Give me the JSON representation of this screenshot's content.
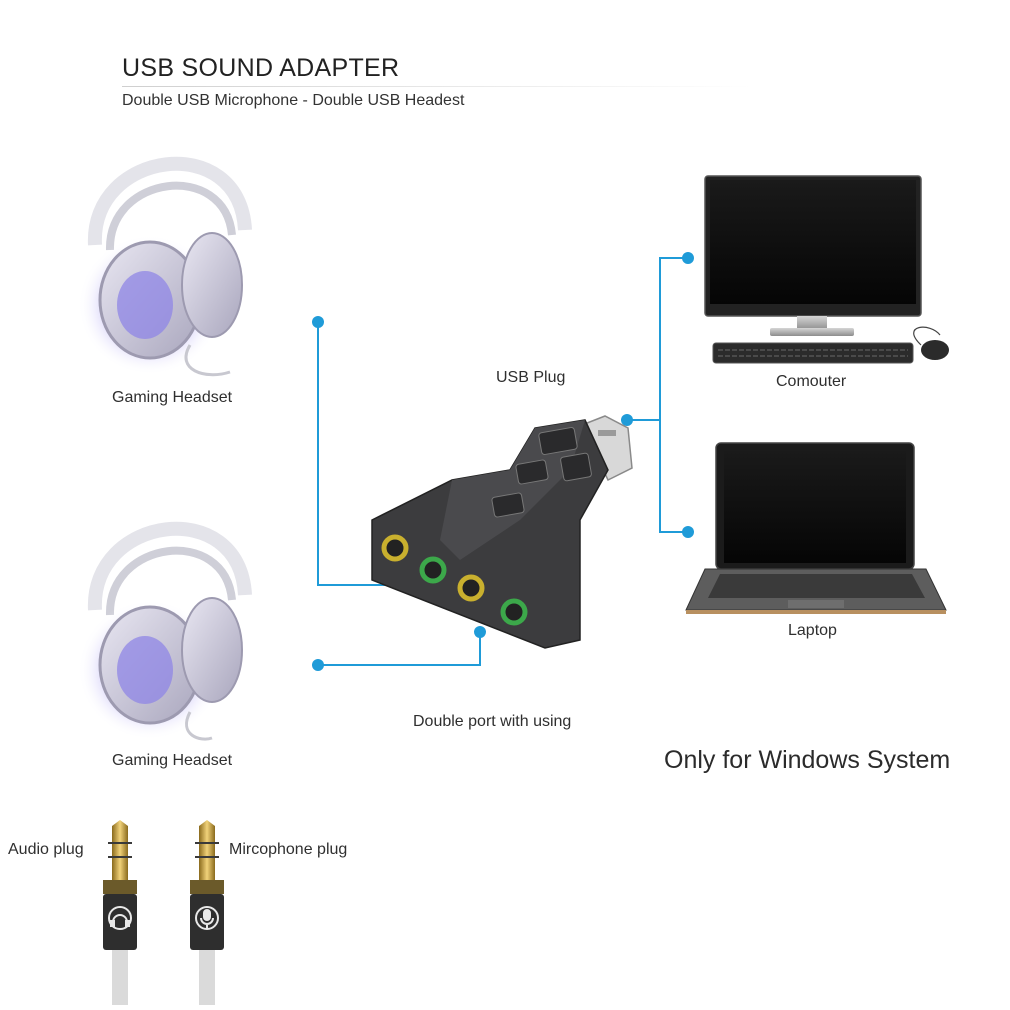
{
  "header": {
    "title": "USB SOUND ADAPTER",
    "subtitle": "Double USB Microphone - Double USB Headest"
  },
  "labels": {
    "headset_top": "Gaming Headset",
    "headset_bottom": "Gaming Headset",
    "usb_plug": "USB Plug",
    "computer": "Comouter",
    "laptop": "Laptop",
    "double_port": "Double port with using",
    "windows_note": "Only for Windows System",
    "audio_plug": "Audio plug",
    "mic_plug": "Mircophone plug"
  },
  "colors": {
    "connector_line": "#1f9bd8",
    "adapter_body": "#3c3c3e",
    "port_yellow": "#c9b02e",
    "port_green": "#3ca84a",
    "headset_glow": "#9b8cf0"
  },
  "icons": {
    "headphone_symbol": "headphone-icon",
    "microphone_symbol": "microphone-icon"
  }
}
